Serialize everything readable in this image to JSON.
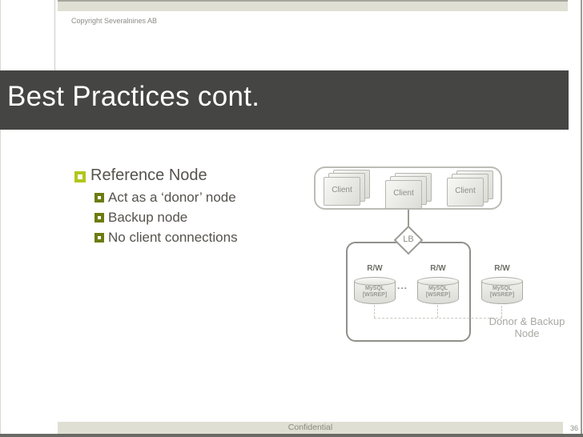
{
  "slide": {
    "copyright": "Copyright Severalnines AB",
    "title": "Best Practices cont.",
    "footer": "Confidential",
    "page": "36"
  },
  "bullets": {
    "l1": "Reference Node",
    "l2": [
      "Act as a ‘donor’ node",
      "Backup node",
      "No client connections"
    ]
  },
  "diagram": {
    "clients": [
      "Client",
      "Client",
      "Client"
    ],
    "lb": "LB",
    "ellipsis": "...",
    "nodes": [
      {
        "rw": "R/W",
        "name": "MySQL",
        "sub": "[WSREP]"
      },
      {
        "rw": "R/W",
        "name": "MySQL",
        "sub": "[WSREP]"
      },
      {
        "rw": "R/W",
        "name": "MySQL",
        "sub": "[WSREP]"
      }
    ],
    "donor1": "Donor & Backup",
    "donor2": "Node"
  },
  "colors": {
    "accent_green": "#b2c61c",
    "accent_olive": "#6d7c10",
    "title_band": "#454543",
    "bar_beige": "#e0dfd3",
    "text_gray": "#55534d"
  }
}
